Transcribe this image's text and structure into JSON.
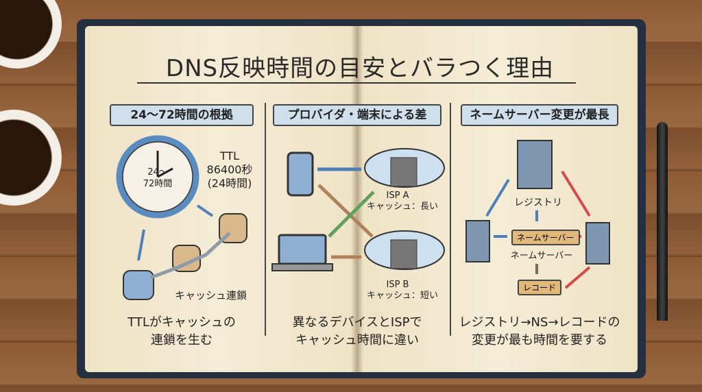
{
  "title": "DNS反映時間の目安とバラつく理由",
  "panels": [
    {
      "header": "24〜72時間の根拠",
      "clock_line1": "24〜",
      "clock_line2": "72時間",
      "ttl_line1": "TTL",
      "ttl_line2": "86400秒",
      "ttl_line3": "(24時間)",
      "chain_label": "キャッシュ連鎖",
      "caption_line1": "TTLがキャッシュの",
      "caption_line2": "連鎖を生む"
    },
    {
      "header": "プロバイダ・端末による差",
      "isp_a_name": "ISP A",
      "isp_a_cache": "キャッシュ：長い",
      "isp_b_name": "ISP B",
      "isp_b_cache": "キャッシュ：短い",
      "caption_line1": "異なるデバイスとISPで",
      "caption_line2": "キャッシュ時間に違い"
    },
    {
      "header": "ネームサーバー変更が最長",
      "registry": "レジストリ",
      "ns_box": "ネームサーバー",
      "ns_label": "ネームサーバー",
      "record_box": "レコード",
      "caption_line1": "レジストリ→NS→レコードの",
      "caption_line2": "変更が最も時間を要する"
    }
  ],
  "colors": {
    "header_bg": "#cfe0ec",
    "tag_bg": "#e2b97a",
    "blue_arrow": "#4f7fb8",
    "red_arrow": "#d6484a",
    "green_arrow": "#5fa05a",
    "brown_arrow": "#b0805a"
  }
}
